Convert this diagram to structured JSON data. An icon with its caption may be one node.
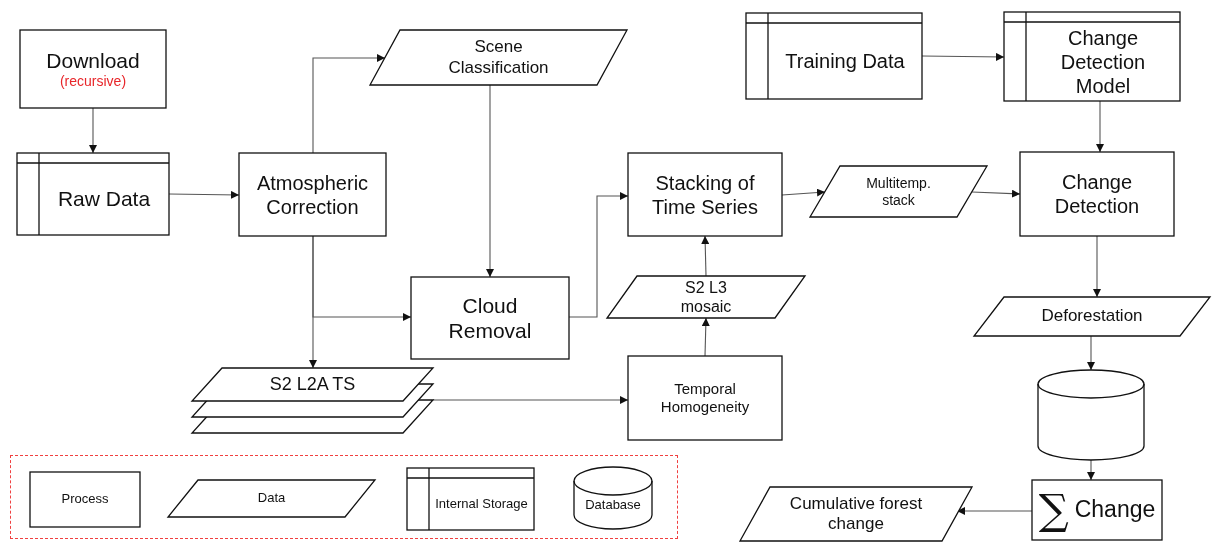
{
  "diagram": {
    "nodes": [
      {
        "text": [
          "Download",
          "(recursive)"
        ]
      },
      {
        "text": [
          "Raw Data"
        ]
      },
      {
        "text": [
          "Atmospheric Correction"
        ]
      },
      {
        "text": [
          "Scene Classification"
        ]
      },
      {
        "text": [
          "Cloud Removal"
        ]
      },
      {
        "text": [
          "S2 L2A TS"
        ]
      },
      {
        "text": [
          "Stacking of Time Series"
        ]
      },
      {
        "text": [
          "S2 L3 mosaic"
        ]
      },
      {
        "text": [
          "Temporal Homogeneity"
        ]
      },
      {
        "text": [
          "Training Data"
        ]
      },
      {
        "text": [
          "Change Detection Model"
        ]
      },
      {
        "text": [
          "Multitemp. stack"
        ]
      },
      {
        "text": [
          "Change Detection"
        ]
      },
      {
        "text": [
          "Deforestation"
        ]
      },
      {
        "text": [],
        "shape": "cylinder"
      },
      {
        "text": [
          "∑",
          "Change"
        ]
      },
      {
        "text": [
          "Cumulative forest change"
        ]
      }
    ],
    "edges": [
      {
        "from": 0,
        "to": 1,
        "arrow": "to"
      },
      {
        "from": 1,
        "to": 2,
        "arrow": "to"
      },
      {
        "from": 2,
        "to": 3,
        "arrow": "to"
      },
      {
        "from": 3,
        "to": 4,
        "arrow": "to"
      },
      {
        "from": 2,
        "to": 5,
        "arrow": "to"
      },
      {
        "from": 2,
        "to": 4,
        "arrow": "to"
      },
      {
        "from": 4,
        "to": 6,
        "arrow": "to"
      },
      {
        "from": 5,
        "to": 8,
        "arrow": "to"
      },
      {
        "from": 8,
        "to": 7,
        "arrow": "to"
      },
      {
        "from": 7,
        "to": 6,
        "arrow": "to"
      },
      {
        "from": 6,
        "to": 11,
        "arrow": "to"
      },
      {
        "from": 11,
        "to": 12,
        "arrow": "to"
      },
      {
        "from": 9,
        "to": 10,
        "arrow": "to"
      },
      {
        "from": 10,
        "to": 12,
        "arrow": "to"
      },
      {
        "from": 12,
        "to": 13,
        "arrow": "to"
      },
      {
        "from": 13,
        "to": 14,
        "arrow": "to"
      },
      {
        "from": 14,
        "to": 15,
        "arrow": "to"
      },
      {
        "from": 15,
        "to": 16,
        "arrow": "to"
      }
    ],
    "legend": [
      {
        "text": "Process"
      },
      {
        "text": "Data"
      },
      {
        "text": "Internal Storage"
      },
      {
        "text": "Database"
      }
    ]
  }
}
